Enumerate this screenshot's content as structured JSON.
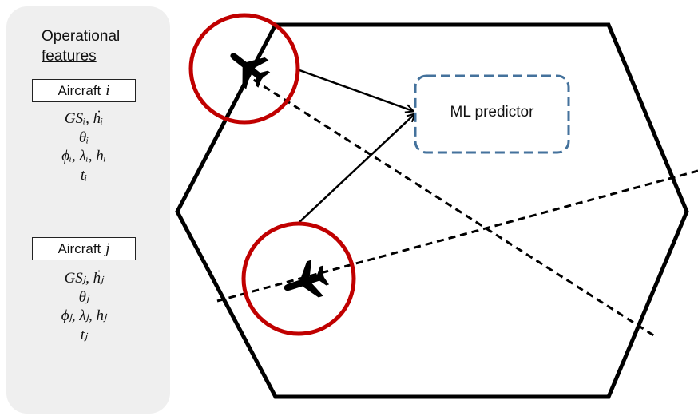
{
  "panel": {
    "title_line1": "Operational",
    "title_line2": "features"
  },
  "aircraft_i": {
    "label": "Aircraft",
    "index": "i",
    "features": [
      "GSᵢ, ḣᵢ",
      "θᵢ",
      "ϕᵢ, λᵢ, hᵢ",
      "tᵢ"
    ]
  },
  "aircraft_j": {
    "label": "Aircraft",
    "index": "j",
    "features": [
      "GSⱼ, ḣⱼ",
      "θⱼ",
      "ϕⱼ, λⱼ, hⱼ",
      "tⱼ"
    ]
  },
  "predictor": {
    "label": "ML predictor",
    "border_color": "#44729c"
  },
  "colors": {
    "circle": "#c00000",
    "panel_bg": "#efefef",
    "lines": "#000000"
  },
  "icons": {
    "aircraft": "airplane-icon"
  }
}
